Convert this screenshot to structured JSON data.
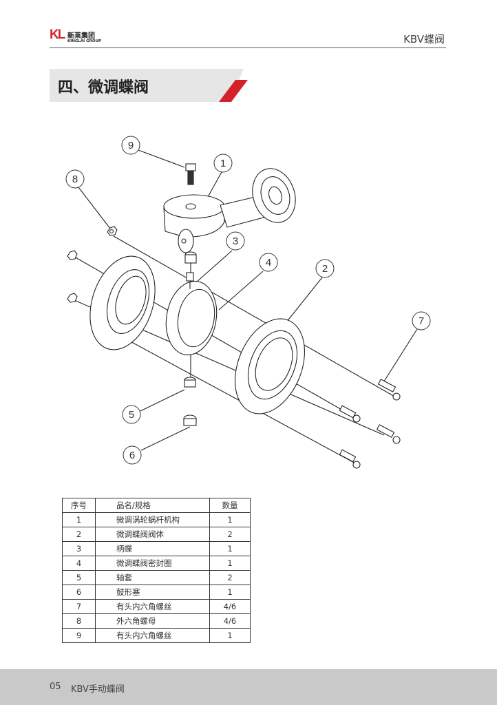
{
  "header": {
    "logo_mark": "KL",
    "logo_cn": "新莱集团",
    "logo_en": "KINGLAI GROUP",
    "right_label": "KBV蝶阀"
  },
  "section": {
    "title": "四、微调蝶阀"
  },
  "callouts": [
    "9",
    "1",
    "8",
    "3",
    "4",
    "2",
    "7",
    "5",
    "6"
  ],
  "table": {
    "headers": [
      "序号",
      "品名/规格",
      "数量"
    ],
    "rows": [
      [
        "1",
        "微调涡轮蜗杆机构",
        "1"
      ],
      [
        "2",
        "微调蝶阀阀体",
        "2"
      ],
      [
        "3",
        "柄蝶",
        "1"
      ],
      [
        "4",
        "微调蝶阀密封圈",
        "1"
      ],
      [
        "5",
        "轴套",
        "2"
      ],
      [
        "6",
        "鼓形塞",
        "1"
      ],
      [
        "7",
        "有头内六角螺丝",
        "4/6"
      ],
      [
        "8",
        "外六角螺母",
        "4/6"
      ],
      [
        "9",
        "有头内六角螺丝",
        "1"
      ]
    ]
  },
  "footer": {
    "page": "05",
    "title": "KBV手动蝶阀"
  },
  "colors": {
    "accent": "#d2232a",
    "band": "#e6e6e6",
    "footer": "#c9c9c9"
  }
}
